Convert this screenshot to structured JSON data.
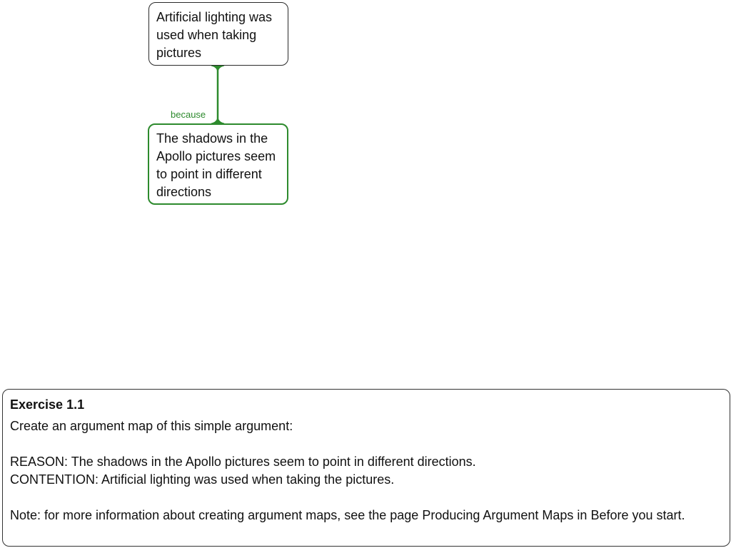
{
  "map": {
    "contention": {
      "text": "Artificial lighting was used when taking pictures"
    },
    "reason": {
      "text": "The shadows in the Apollo pictures seem to point in different directions"
    },
    "link_label": "because",
    "colors": {
      "reason_border": "#2d8a2d",
      "contention_border": "#2a2a2a",
      "link": "#2d8a2d"
    }
  },
  "exercise": {
    "title": "Exercise 1.1",
    "instruction": "Create an argument map of this simple argument:",
    "reason_line": "REASON: The shadows in the Apollo pictures seem to point in different directions.",
    "contention_line": "CONTENTION: Artificial lighting was used when taking the pictures.",
    "note": "Note: for more information about creating argument maps, see the page Producing Argument Maps in Before you start."
  }
}
